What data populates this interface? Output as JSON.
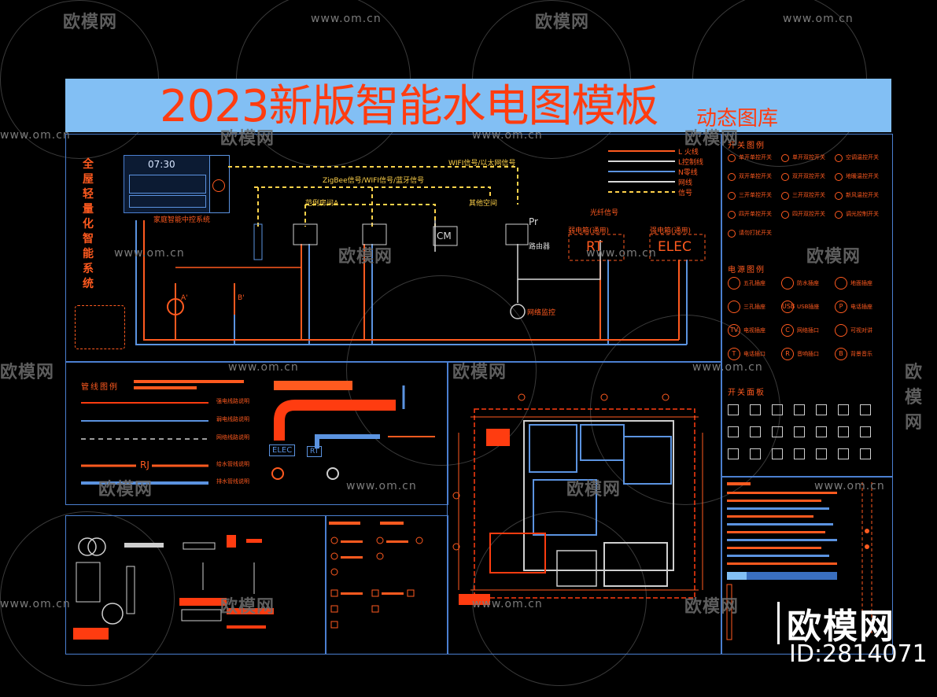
{
  "title": {
    "main": "2023新版智能水电图模板",
    "sub": "动态图库"
  },
  "watermark": {
    "brand": "欧模网",
    "url": "www.om.cn"
  },
  "logo": {
    "brand": "欧模网",
    "id": "ID:2814071"
  },
  "system": {
    "vertical_title": "全屋轻量化智能系统",
    "clock": "07:30",
    "hub_label": "家庭智能中控系统",
    "signal_wifi": "WIFI信号/以太网信号",
    "signal_zigbee": "ZigBee信号/WIFI信号/蓝牙信号",
    "other_space": "其他空间",
    "room_a": "范例房间A",
    "cm": "CM",
    "pr": "Pr",
    "router": "路由器",
    "fiber": "光纤信号",
    "weak_box": "弱电箱(通用)",
    "strong_box": "强电箱(通用)",
    "rt": "RT",
    "elec": "ELEC",
    "monitor": "网络监控",
    "a_label": "A'",
    "b_label": "B'"
  },
  "legend_lines": [
    "L 火线",
    "L控制线",
    "N零线",
    "网线",
    "信号"
  ],
  "sections": {
    "switch_legend": "开关图例",
    "power_legend": "电源图例",
    "switch_panel": "开关面板",
    "pipe_legend": "管线图例"
  },
  "switch_items": [
    "单开单控开关",
    "单开双控开关",
    "空调温控开关",
    "双开单控开关",
    "双开双控开关",
    "地暖温控开关",
    "三开单控开关",
    "三开双控开关",
    "新风温控开关",
    "四开单控开关",
    "四开双控开关",
    "调光控制开关",
    "请勿打扰开关"
  ],
  "power_items": [
    {
      "sym": "",
      "label": "五孔插座"
    },
    {
      "sym": "",
      "label": "防水插座"
    },
    {
      "sym": "",
      "label": "地面插座"
    },
    {
      "sym": "",
      "label": "三孔插座"
    },
    {
      "sym": "USB",
      "label": "USB插座"
    },
    {
      "sym": "P",
      "label": "电话插座"
    },
    {
      "sym": "TV",
      "label": "电视插座"
    },
    {
      "sym": "C",
      "label": "网络插口"
    },
    {
      "sym": "",
      "label": "可视对讲"
    },
    {
      "sym": "T",
      "label": "电话插口"
    },
    {
      "sym": "R",
      "label": "音响插口"
    },
    {
      "sym": "B",
      "label": "背景音乐"
    }
  ],
  "pipe_items": [
    "强电线路说明",
    "弱电线路说明",
    "网络线路说明",
    "给水管线说明",
    "排水管线说明"
  ],
  "pipe_rj": "RJ",
  "pipe_elec": "ELEC",
  "pipe_rt": "RT",
  "colors": {
    "accent": "#ff5a1f",
    "banner": "#82bff4",
    "panel_border": "#4b7fd0",
    "blue_line": "#5b93e0",
    "yellow_line": "#ffd24a"
  }
}
